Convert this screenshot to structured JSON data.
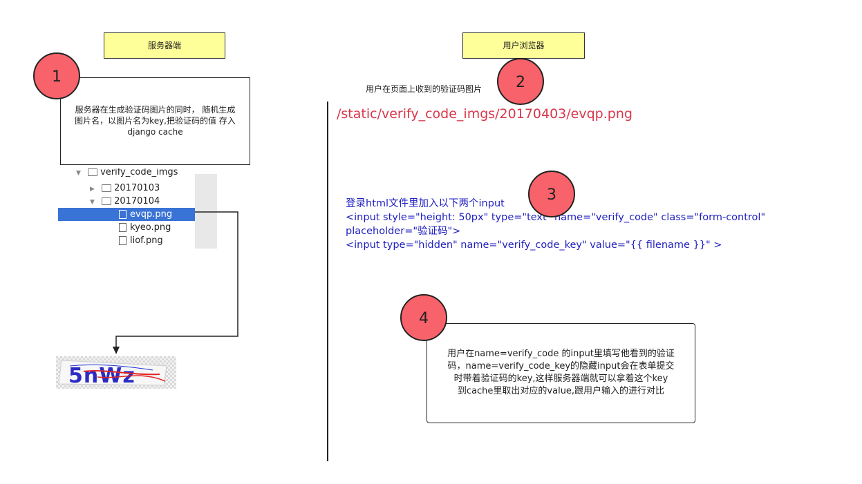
{
  "headers": {
    "server": "服务器端",
    "browser": "用户浏览器"
  },
  "steps": {
    "s1": "1",
    "s2": "2",
    "s3": "3",
    "s4": "4"
  },
  "notes": {
    "server_note_line1": "服务器在生成验证码图片的同时， 随机生成",
    "server_note_line2": "图片名，以图片名为key,把验证码的值 存入",
    "server_note_line3": "django cache",
    "browser_caption": "用户在页面上收到的验证码图片",
    "image_path": "/static/verify_code_imgs/20170403/evqp.png",
    "login_line1": "登录html文件里加入以下两个input",
    "login_line2": "<input style=\"height: 50px\" type=\"text\" name=\"verify_code\" class=\"form-control\"",
    "login_line3": "placeholder=\"验证码\">",
    "login_line4": "<input  type=\"hidden\" name=\"verify_code_key\" value=\"{{ filename }}\" >",
    "step4_line1": "用户在name=verify_code 的input里填写他看到的验证",
    "step4_line2": "码，name=verify_code_key的隐藏input会在表单提交",
    "step4_line3": "时带着验证码的key,这样服务器端就可以拿着这个key",
    "step4_line4": "到cache里取出对应的value,跟用户输入的进行对比"
  },
  "file_tree": {
    "root": "verify_code_imgs",
    "folder1": "20170103",
    "folder2": "20170104",
    "file1": "evqp.png",
    "file2": "kyeo.png",
    "file3": "liof.png"
  },
  "captcha": {
    "text": "5nWz"
  },
  "colors": {
    "header_fill": "#ffff99",
    "circle_fill": "#f8626a",
    "path_red": "#d9364a",
    "code_blue": "#1f1fc0",
    "selection_blue": "#3a73d6"
  }
}
